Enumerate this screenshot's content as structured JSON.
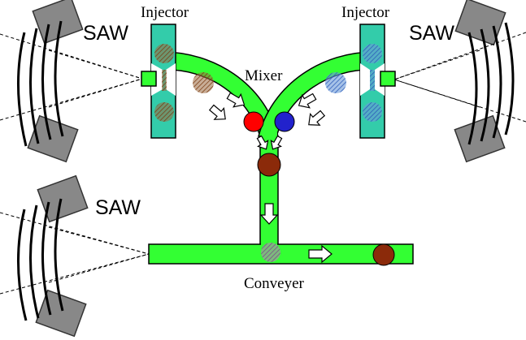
{
  "labels": {
    "injector_left": "Injector",
    "injector_right": "Injector",
    "mixer": "Mixer",
    "conveyer": "Conveyer",
    "saw_top_left": "SAW",
    "saw_top_right": "SAW",
    "saw_bottom_left": "SAW"
  },
  "colors": {
    "channel": "#33ff33",
    "injector": "#33ccaa",
    "transducer": "#888888",
    "droplet_red": "#ff0000",
    "droplet_blue": "#2222cc",
    "droplet_brown": "#8b2a0a",
    "arrow_fill": "#ffffff"
  },
  "icons": {
    "droplet": "circle",
    "flow_arrow": "arrow-icon",
    "saw_transducer": "idt-icon"
  }
}
